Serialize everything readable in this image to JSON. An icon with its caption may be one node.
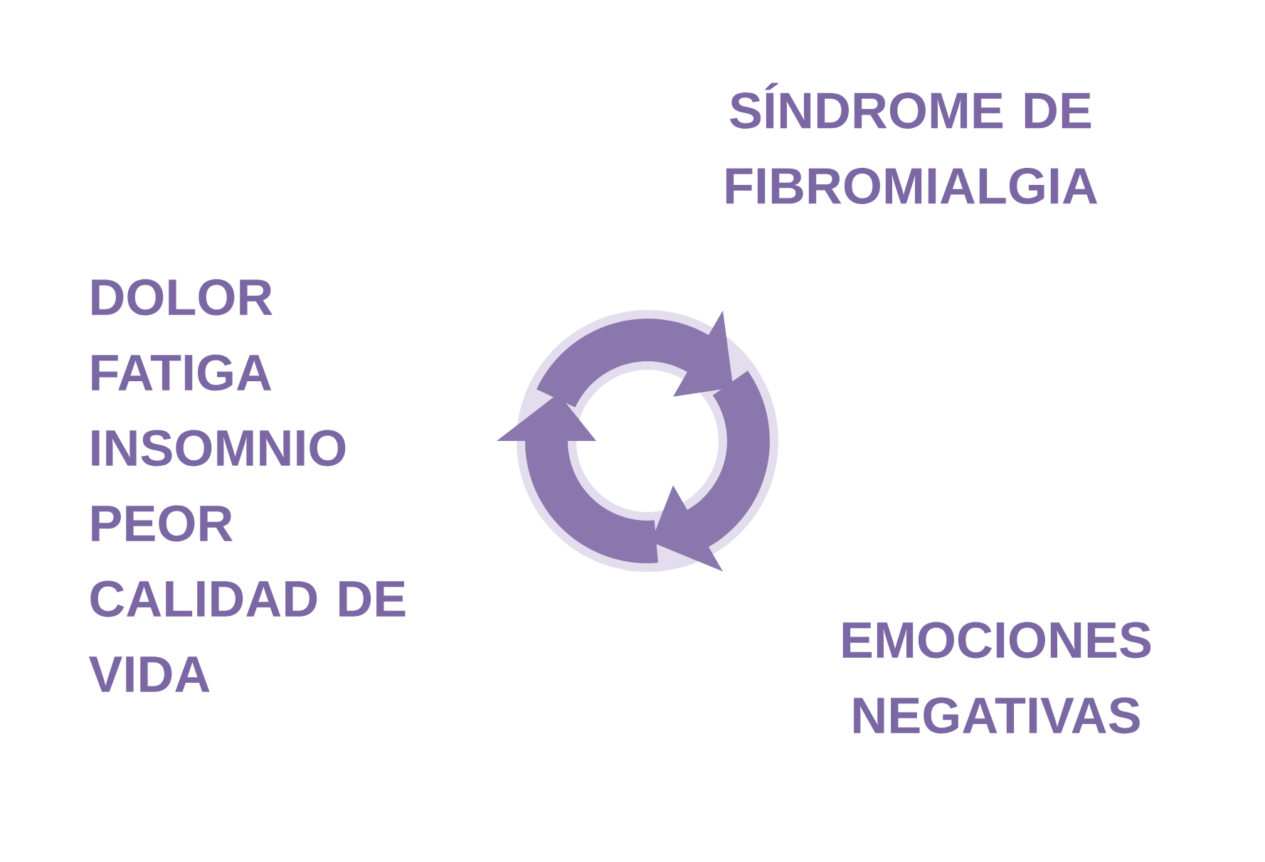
{
  "diagram": {
    "labels": [
      "SÍNDROME DE FIBROMIALGIA",
      "DOLOR",
      "FATIGA",
      "INSOMNIO",
      "PEOR CALIDAD DE VIDA",
      "EMOCIONES NEGATIVAS"
    ]
  }
}
